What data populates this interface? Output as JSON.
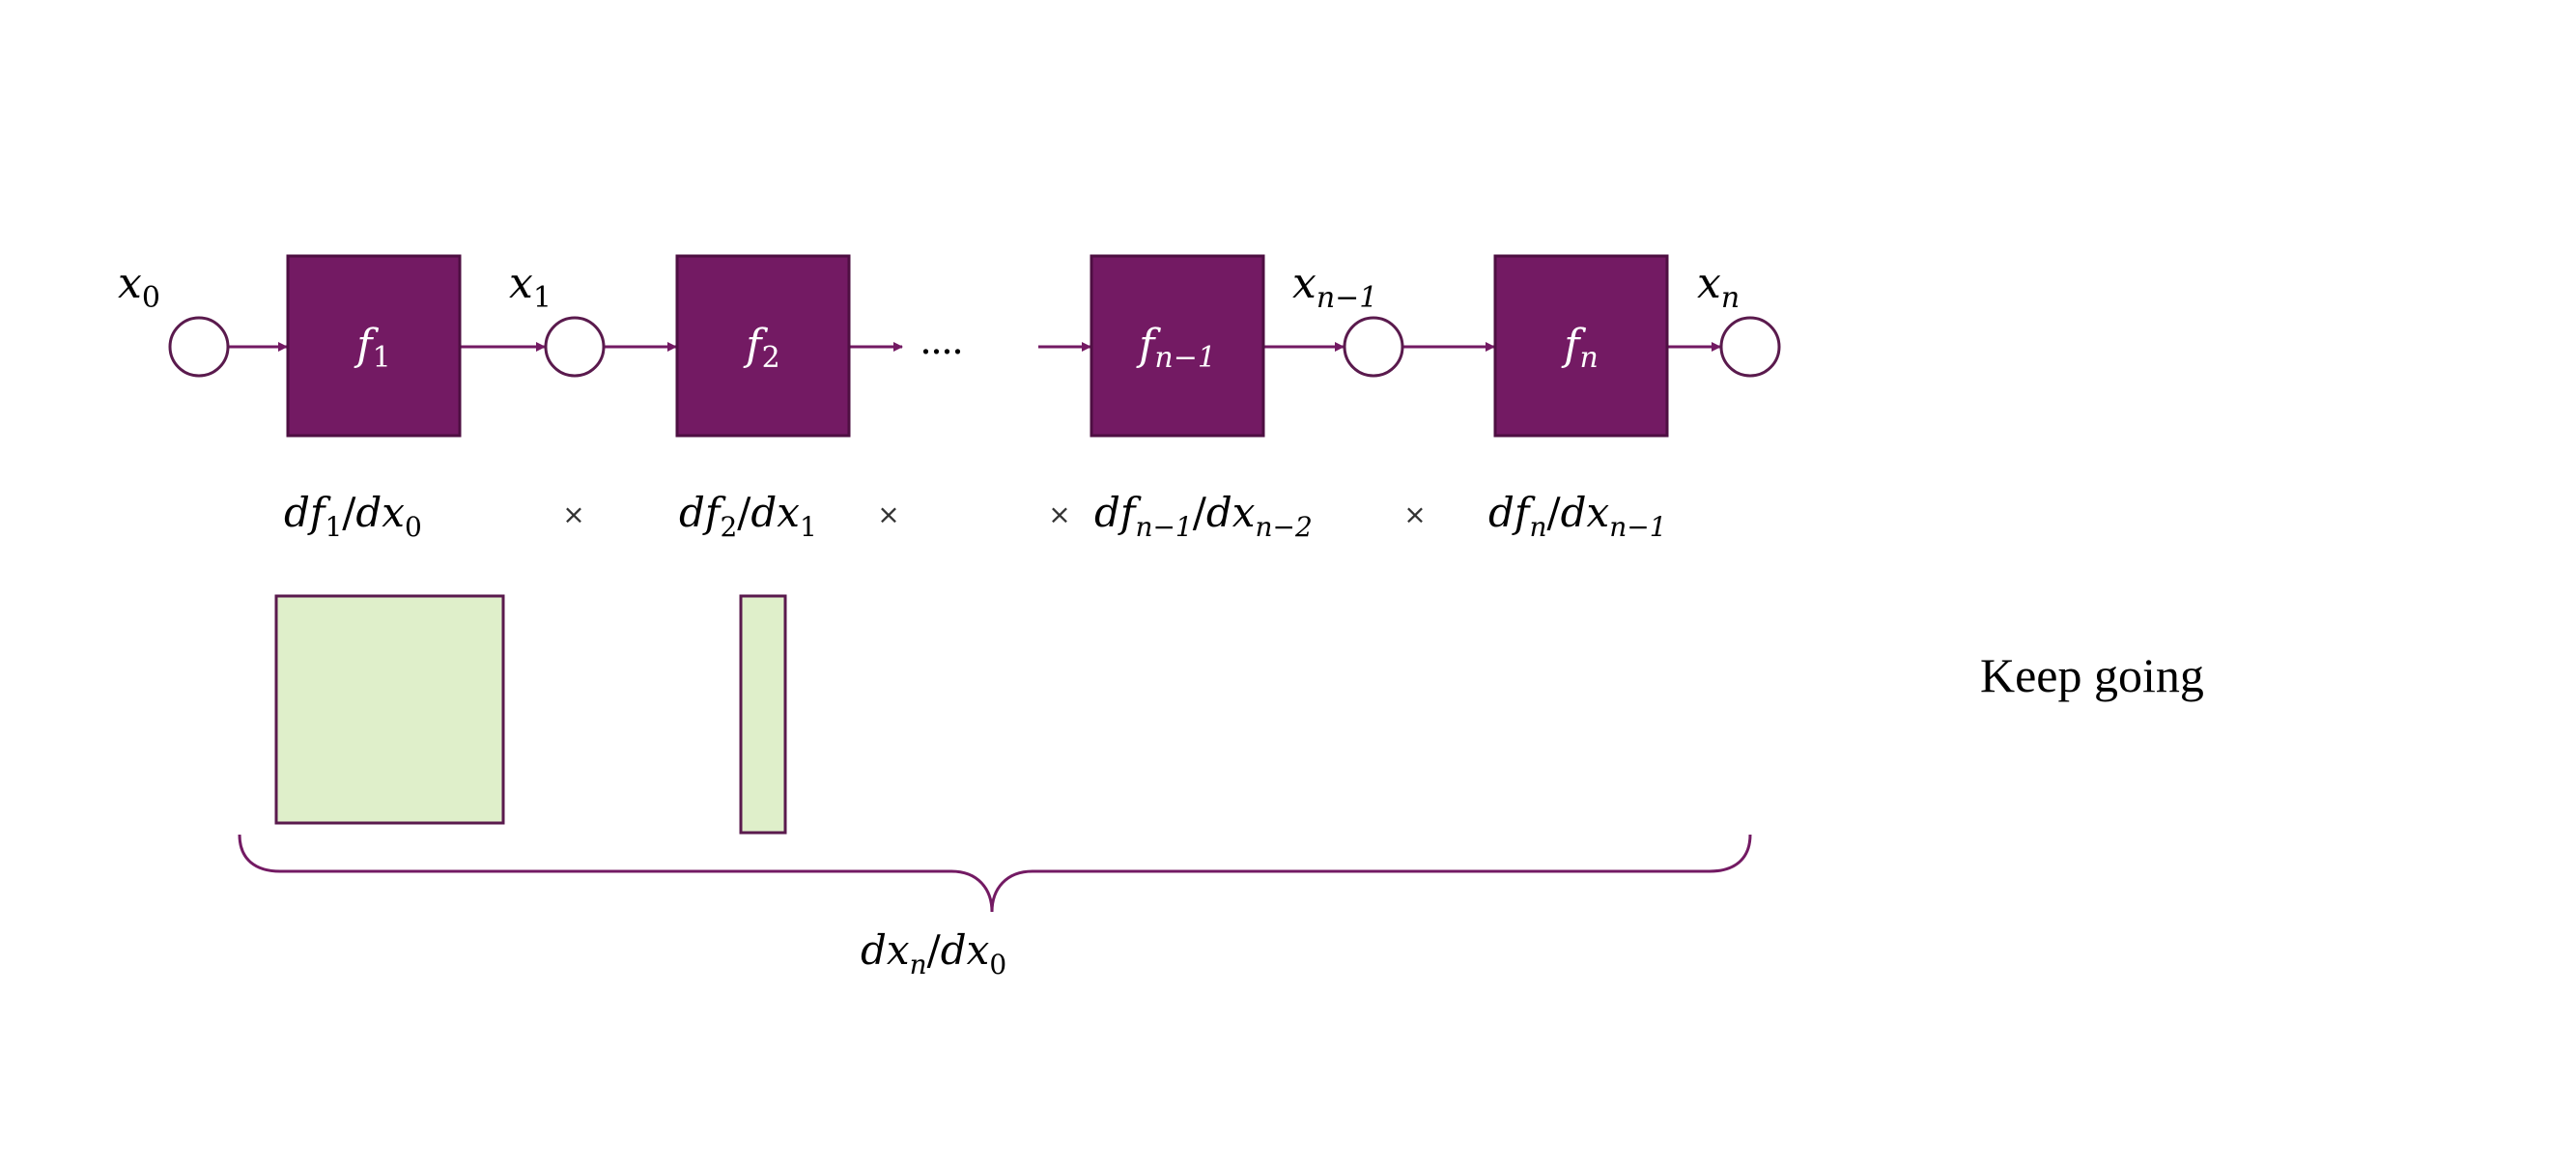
{
  "colors": {
    "block": "#731a63",
    "block_stroke": "#4e0f42",
    "matrix_fill": "#dfefca",
    "matrix_stroke": "#5a1a4d"
  },
  "nodes": [
    {
      "label": "x",
      "sub": "0"
    },
    {
      "label": "x",
      "sub": "1"
    },
    {
      "label": "x",
      "sub": "n−1"
    },
    {
      "label": "x",
      "sub": "n"
    }
  ],
  "blocks": [
    {
      "label": "f",
      "sub": "1"
    },
    {
      "label": "f",
      "sub": "2"
    },
    {
      "label": "f",
      "sub": "n−1"
    },
    {
      "label": "f",
      "sub": "n"
    }
  ],
  "ellipsis": "....",
  "derivatives": [
    {
      "num": "df",
      "num_sub": "1",
      "den": "dx",
      "den_sub": "0"
    },
    {
      "num": "df",
      "num_sub": "2",
      "den": "dx",
      "den_sub": "1"
    },
    {
      "num": "df",
      "num_sub": "n−1",
      "den": "dx",
      "den_sub": "n−2"
    },
    {
      "num": "df",
      "num_sub": "n",
      "den": "dx",
      "den_sub": "n−1"
    }
  ],
  "times_symbol": "×",
  "slash": "/",
  "total": {
    "num": "dx",
    "num_sub": "n",
    "den": "dx",
    "den_sub": "0"
  },
  "side_note": "Keep going"
}
